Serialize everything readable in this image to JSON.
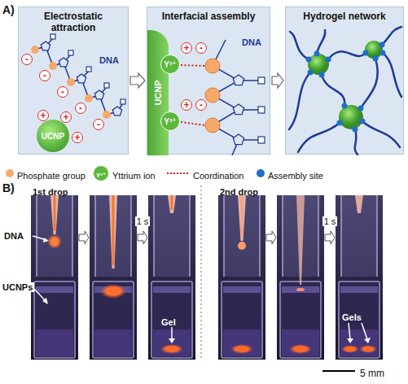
{
  "diagram": {
    "nodes": [
      {
        "text": [
          "Electrostatic attraction"
        ]
      },
      {
        "text": [
          "Interfacial assembly"
        ]
      },
      {
        "text": [
          "Hydrogel network"
        ]
      },
      {
        "text": [
          "UCNP"
        ],
        "in": 0
      },
      {
        "text": [
          "-"
        ],
        "in": 0
      },
      {
        "text": [
          "-"
        ],
        "in": 0
      },
      {
        "text": [
          "-"
        ],
        "in": 0
      },
      {
        "text": [
          "-"
        ],
        "in": 0
      },
      {
        "text": [
          "-"
        ],
        "in": 0
      },
      {
        "text": [
          "+"
        ],
        "in": 0
      },
      {
        "text": [
          "+"
        ],
        "in": 0
      },
      {
        "text": [
          "+"
        ],
        "in": 0
      },
      {
        "text": [
          "UCNP"
        ],
        "in": 1
      },
      {
        "text": [
          "Y³⁺"
        ],
        "in": 1
      },
      {
        "text": [
          "Y³⁺"
        ],
        "in": 1
      },
      {
        "text": [
          "+"
        ],
        "in": 1
      },
      {
        "text": [
          "-"
        ],
        "in": 1
      },
      {
        "text": [
          "+"
        ],
        "in": 1
      },
      {
        "text": [
          "-"
        ],
        "in": 1
      }
    ],
    "edges": [
      {
        "from": 0,
        "to": 1,
        "arrow": "to"
      },
      {
        "from": 1,
        "to": 2,
        "arrow": "to"
      }
    ],
    "labels": [
      "A)",
      "DNA",
      "DNA",
      "Y³⁺",
      "B)",
      "1st drop",
      "2nd drop",
      "DNA",
      "UCNPs",
      "1 s",
      "Gel",
      "1 s",
      "Gels",
      "5 mm"
    ],
    "legend": [
      {
        "text": "Phosphate group",
        "color": "#f7a96a"
      },
      {
        "text": "Yttrium ion",
        "color": "#5cb83c"
      },
      {
        "text": "Coordination"
      },
      {
        "text": "Assembly site",
        "color": "#1f6fc8"
      }
    ]
  }
}
